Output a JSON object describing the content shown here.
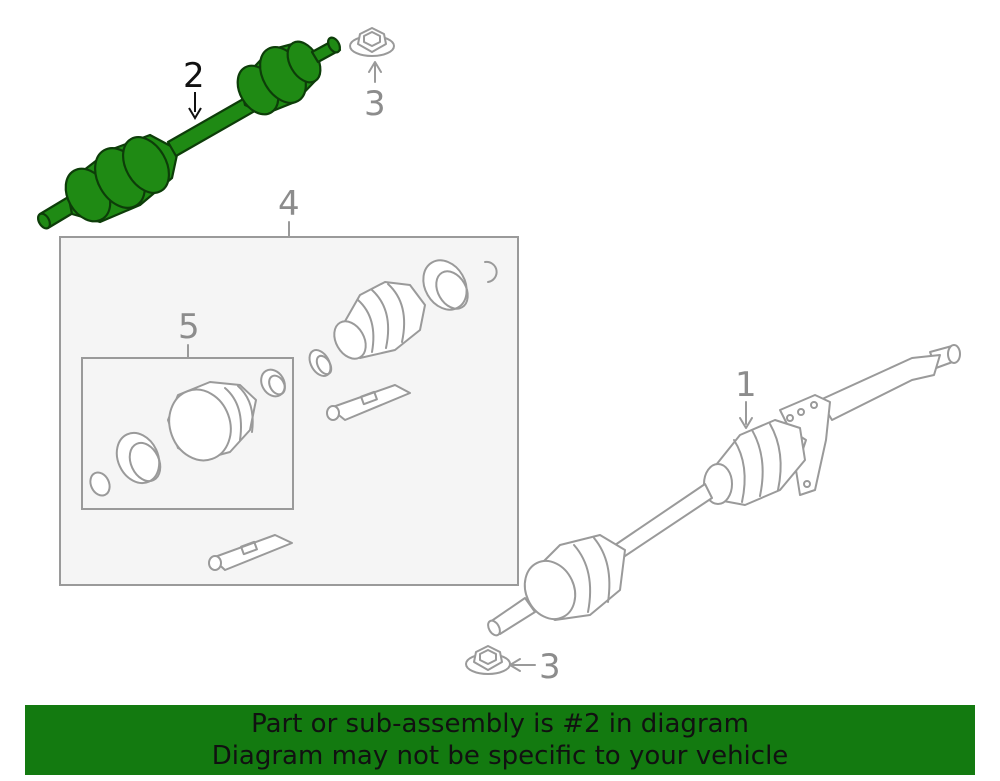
{
  "callouts": {
    "c1": "1",
    "c2": "2",
    "c3a": "3",
    "c3b": "3",
    "c4": "4",
    "c5": "5"
  },
  "highlighted_part": "2",
  "colors": {
    "highlight": "#1f8a14",
    "banner": "#137a10",
    "line": "#9a9a9a"
  },
  "banner": {
    "line1": "Part or sub-assembly is #2 in diagram",
    "line2": "Diagram may not be specific to your vehicle"
  }
}
